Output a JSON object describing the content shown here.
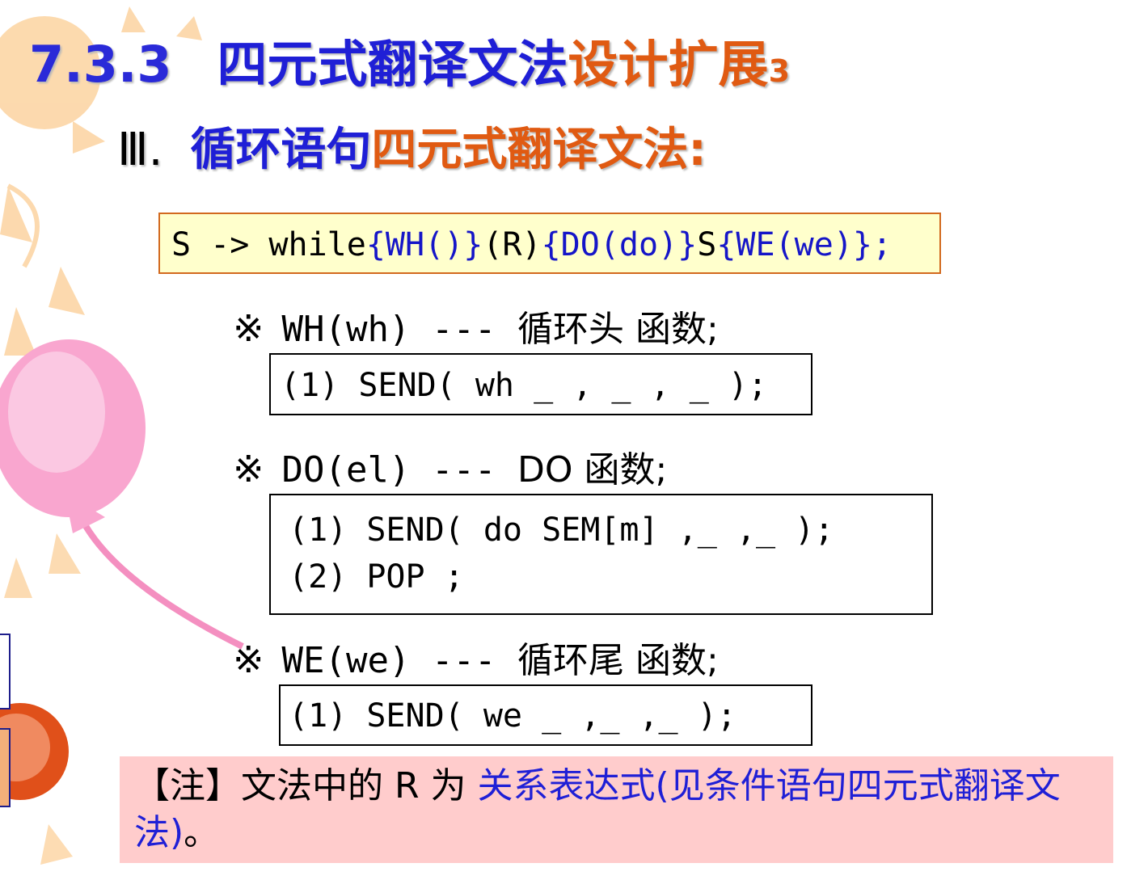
{
  "title": {
    "number": "7.3.3",
    "part_blue": "四元式翻译文法",
    "part_orange": "设计扩展",
    "suffix": "3"
  },
  "subtitle": {
    "roman": "Ⅲ.",
    "part_blue": "循环语句",
    "part_orange": "四元式翻译文法:"
  },
  "grammar": {
    "p1": "S -> while",
    "a1": "{WH()}",
    "p2": "(R)",
    "a2": "{DO(do)}",
    "p3": "S",
    "a3": "{WE(we)}",
    "a4": ";"
  },
  "functions": [
    {
      "mark": "※",
      "name": "WH(wh) ---",
      "desc": "循环头 函数;",
      "lines": [
        "(1) SEND( wh   _ , _ , _ );"
      ]
    },
    {
      "mark": "※",
      "name": "DO(el) ---",
      "desc": "DO 函数;",
      "lines": [
        "(1) SEND( do SEM[m] ,_ ,_  );",
        "(2) POP ;"
      ]
    },
    {
      "mark": "※",
      "name": "WE(we) ---",
      "desc": "循环尾 函数;",
      "lines": [
        "(1) SEND( we  _ ,_ ,_  );"
      ]
    }
  ],
  "note": {
    "prefix": "【注】文法中的 R 为 ",
    "highlight": "关系表达式(见条件语句四元式翻译文法)",
    "suffix": "。"
  },
  "colors": {
    "title_blue": "#1f1fd6",
    "title_orange": "#e05a12",
    "grammar_bg": "#ffffcc",
    "grammar_border": "#d2691e",
    "note_bg": "#ffcccc"
  }
}
